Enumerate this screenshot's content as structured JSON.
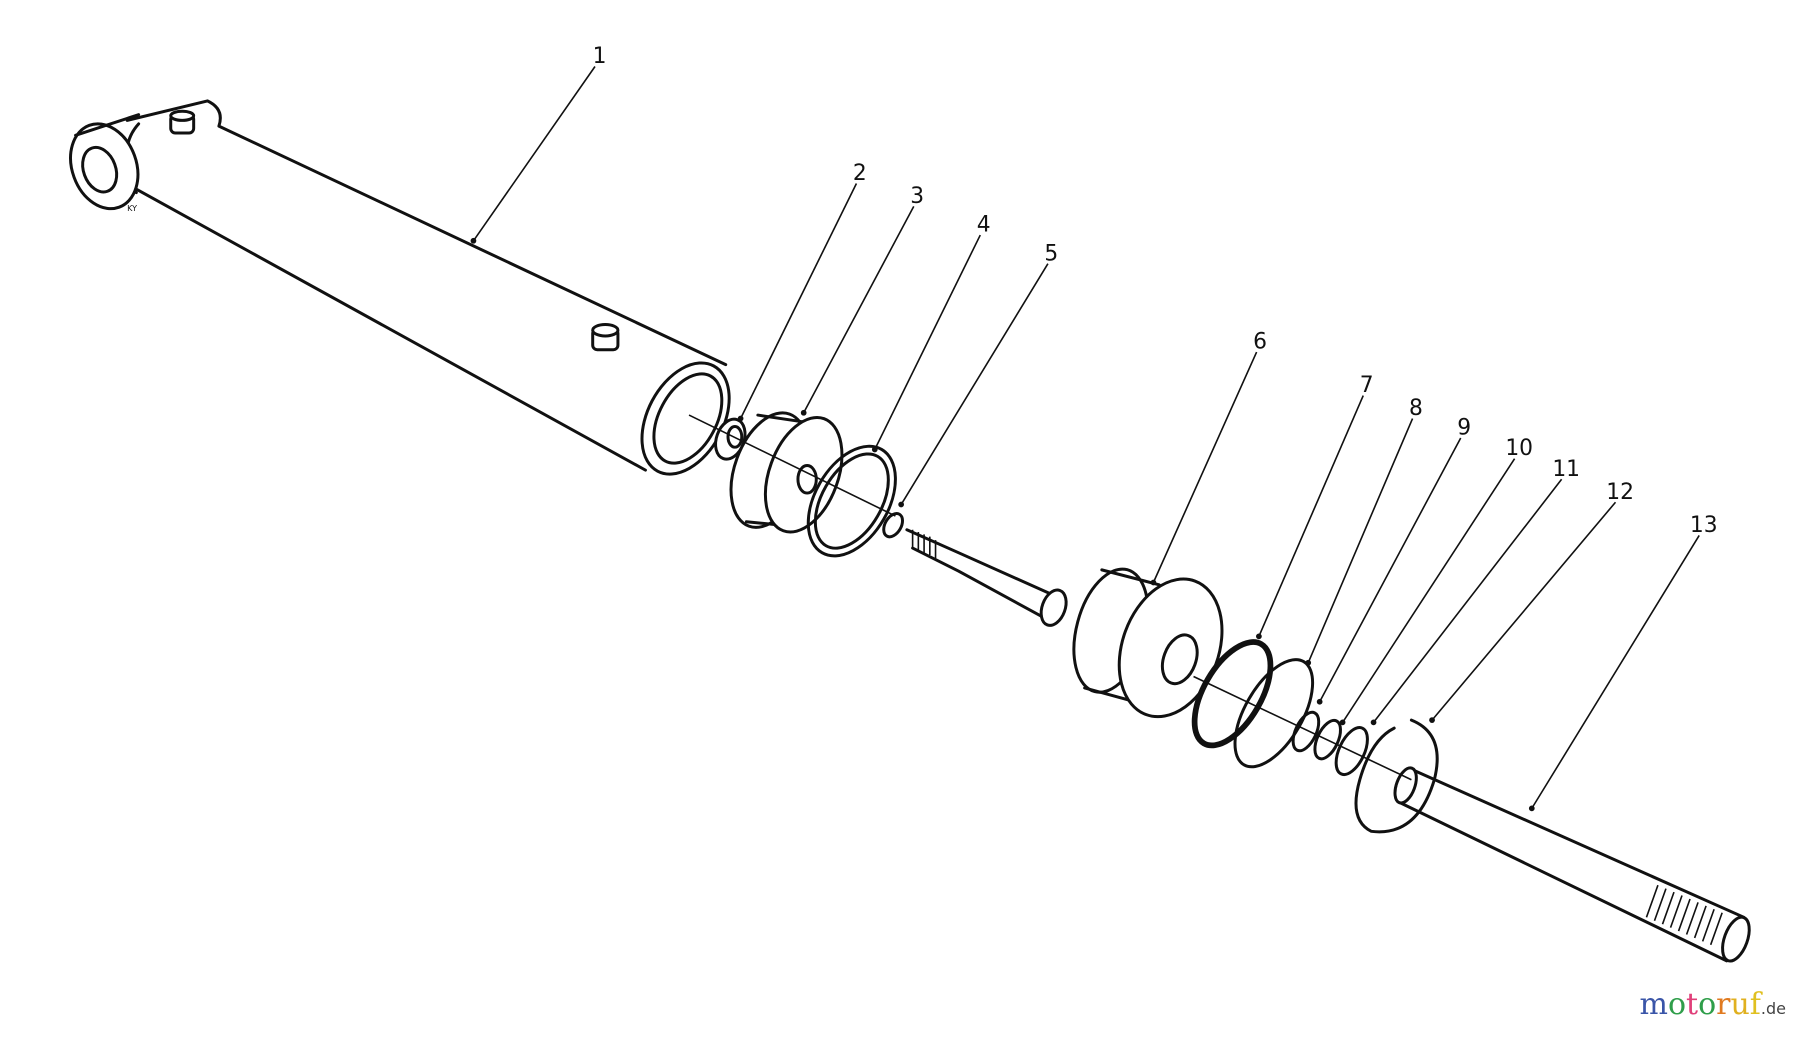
{
  "diagram": {
    "callouts": [
      "1",
      "2",
      "3",
      "4",
      "5",
      "6",
      "7",
      "8",
      "9",
      "10",
      "11",
      "12",
      "13"
    ],
    "barrel_marking": "KY"
  },
  "watermark": {
    "text": "motoruf",
    "suffix": ".de",
    "letter_colors": [
      "#3a55a8",
      "#2f9e4a",
      "#e0407a",
      "#2f9e4a",
      "#e07a20",
      "#e0b020",
      "#e0c020"
    ]
  }
}
